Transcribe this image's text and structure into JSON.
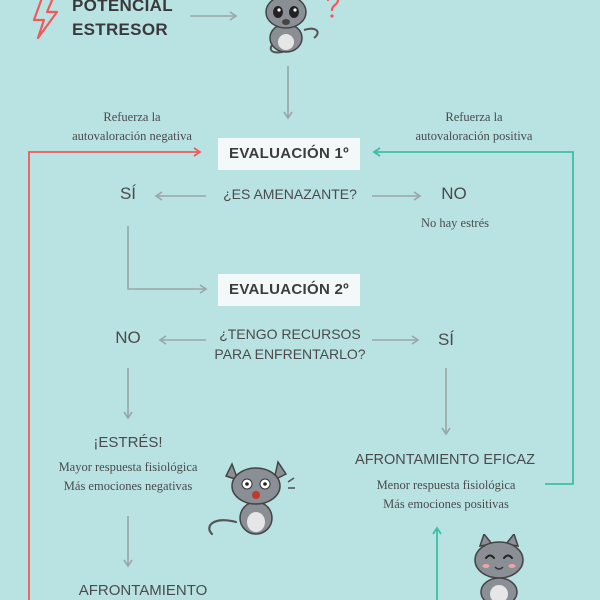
{
  "stressor": {
    "line1": "POTENCIAL",
    "line2": "ESTRESOR"
  },
  "loop": {
    "left_line1": "Refuerza la",
    "left_line2": "autovaloración negativa",
    "right_line1": "Refuerza la",
    "right_line2": "autovaloración positiva"
  },
  "eval1": {
    "title": "EVALUACIÓN 1º",
    "question": "¿ES AMENAZANTE?",
    "yes": "SÍ",
    "no": "NO",
    "no_detail": "No hay estrés"
  },
  "eval2": {
    "title": "EVALUACIÓN 2º",
    "question_line1": "¿TENGO RECURSOS",
    "question_line2": "PARA ENFRENTARLO?",
    "no": "NO",
    "yes": "SÍ"
  },
  "stress": {
    "title": "¡ESTRÉS!",
    "line1": "Mayor respuesta fisiológica",
    "line2": "Más emociones negativas"
  },
  "effective": {
    "title": "AFRONTAMIENTO EFICAZ",
    "line1": "Menor respuesta fisiológica",
    "line2": "Más emociones positivas"
  },
  "ineffective": {
    "title": "AFRONTAMIENTO"
  },
  "colors": {
    "background": "#b9e2e3",
    "negative": "#f05a5a",
    "positive": "#3cbfa3",
    "arrow": "#9aa5a5",
    "box": "#f3f8f8"
  },
  "icons": [
    "lightning-icon",
    "cat-curious-icon",
    "cat-scared-icon",
    "cat-happy-icon"
  ]
}
